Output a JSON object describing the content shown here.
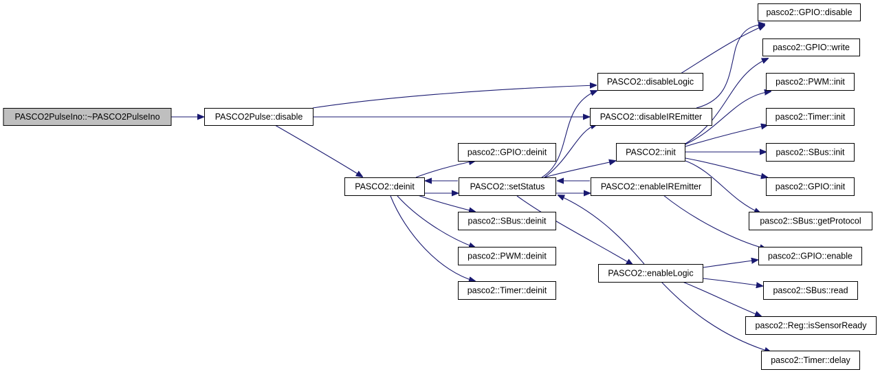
{
  "colors": {
    "edge": "#191970",
    "root_fill": "#bfbfbf",
    "node_fill": "#ffffff",
    "node_border": "#000000"
  },
  "nodes": {
    "root": "PASCO2PulseIno::~PASCO2PulseIno",
    "pulse_disable": "PASCO2Pulse::disable",
    "disable_logic": "PASCO2::disableLogic",
    "disable_ir": "PASCO2::disableIREmitter",
    "deinit": "PASCO2::deinit",
    "set_status": "PASCO2::setStatus",
    "init": "PASCO2::init",
    "enable_ir": "PASCO2::enableIREmitter",
    "enable_logic": "PASCO2::enableLogic",
    "gpio_deinit": "pasco2::GPIO::deinit",
    "sbus_deinit": "pasco2::SBus::deinit",
    "pwm_deinit": "pasco2::PWM::deinit",
    "timer_deinit": "pasco2::Timer::deinit",
    "gpio_disable": "pasco2::GPIO::disable",
    "gpio_write": "pasco2::GPIO::write",
    "pwm_init": "pasco2::PWM::init",
    "timer_init": "pasco2::Timer::init",
    "sbus_init": "pasco2::SBus::init",
    "gpio_init": "pasco2::GPIO::init",
    "sbus_getprotocol": "pasco2::SBus::getProtocol",
    "gpio_enable": "pasco2::GPIO::enable",
    "sbus_read": "pasco2::SBus::read",
    "reg_issensorready": "pasco2::Reg::isSensorReady",
    "timer_delay": "pasco2::Timer::delay"
  },
  "edges": [
    [
      "root",
      "pulse_disable"
    ],
    [
      "pulse_disable",
      "disable_logic"
    ],
    [
      "pulse_disable",
      "disable_ir"
    ],
    [
      "pulse_disable",
      "deinit"
    ],
    [
      "disable_logic",
      "gpio_disable"
    ],
    [
      "disable_ir",
      "gpio_disable"
    ],
    [
      "deinit",
      "gpio_deinit"
    ],
    [
      "deinit",
      "set_status"
    ],
    [
      "deinit",
      "sbus_deinit"
    ],
    [
      "deinit",
      "pwm_deinit"
    ],
    [
      "deinit",
      "timer_deinit"
    ],
    [
      "set_status",
      "deinit"
    ],
    [
      "set_status",
      "disable_logic"
    ],
    [
      "set_status",
      "disable_ir"
    ],
    [
      "set_status",
      "init"
    ],
    [
      "set_status",
      "enable_ir"
    ],
    [
      "set_status",
      "enable_logic"
    ],
    [
      "enable_ir",
      "set_status"
    ],
    [
      "enable_logic",
      "set_status"
    ],
    [
      "init",
      "gpio_write"
    ],
    [
      "init",
      "pwm_init"
    ],
    [
      "init",
      "timer_init"
    ],
    [
      "init",
      "sbus_init"
    ],
    [
      "init",
      "gpio_init"
    ],
    [
      "init",
      "sbus_getprotocol"
    ],
    [
      "enable_ir",
      "gpio_enable"
    ],
    [
      "enable_logic",
      "gpio_enable"
    ],
    [
      "enable_logic",
      "sbus_read"
    ],
    [
      "enable_logic",
      "reg_issensorready"
    ],
    [
      "enable_logic",
      "timer_delay"
    ]
  ]
}
